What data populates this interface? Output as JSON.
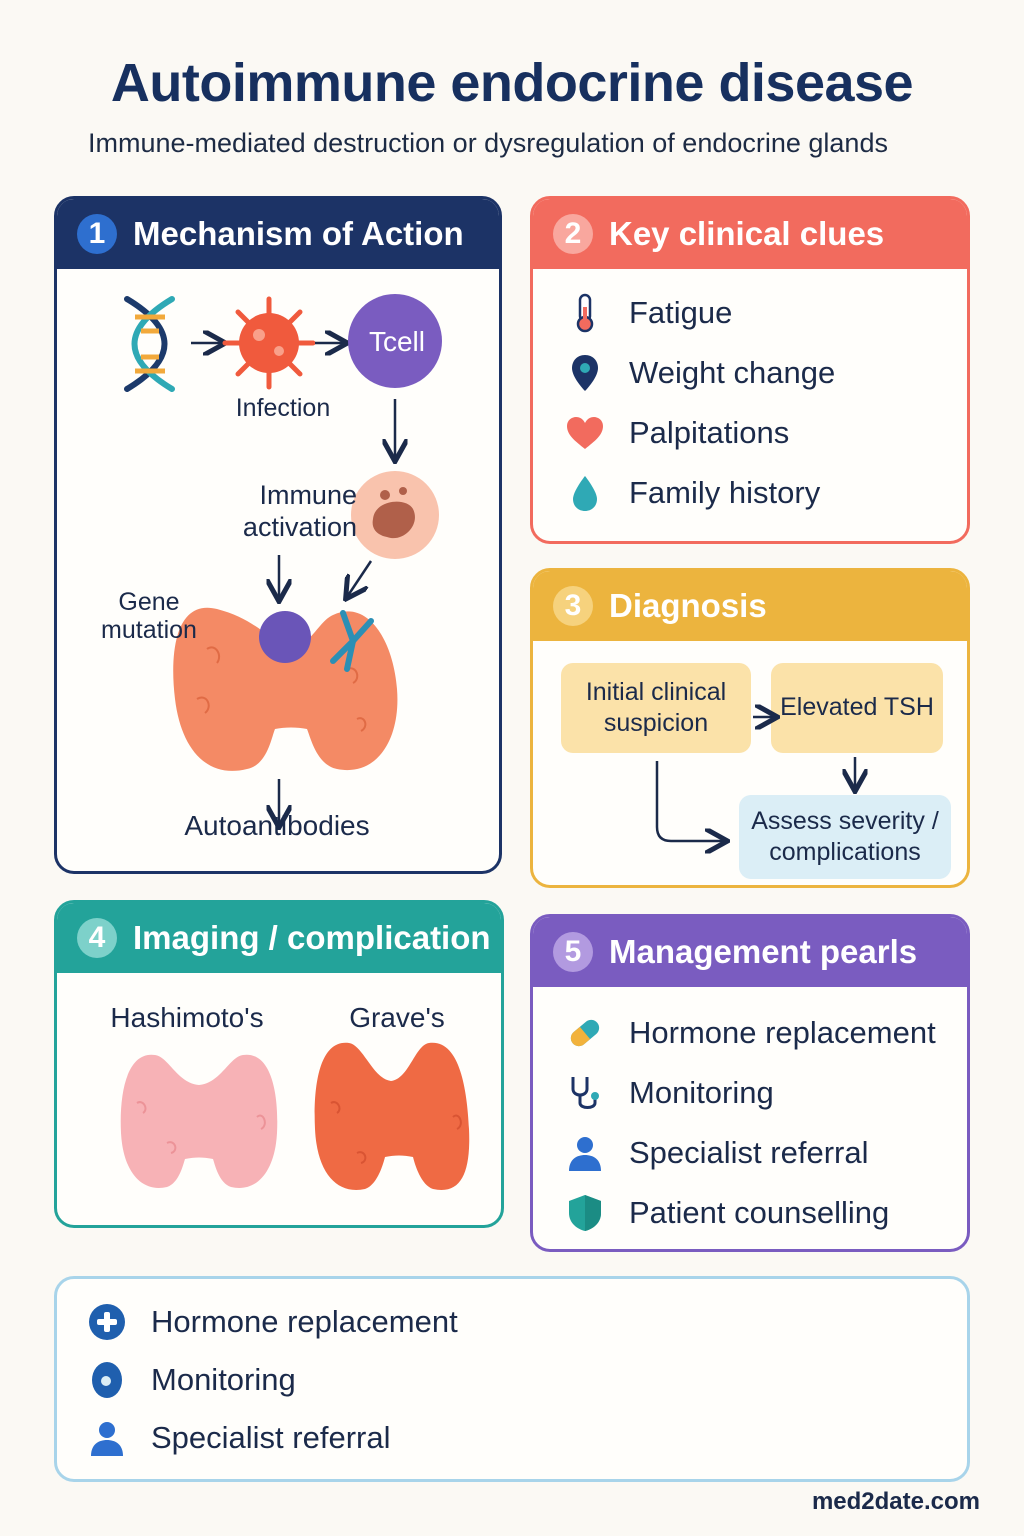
{
  "title": "Autoimmune endocrine disease",
  "subtitle": "Immune-mediated destruction or dysregulation of endocrine glands",
  "mechanism": {
    "number": "1",
    "heading": "Mechanism of Action",
    "gene_label": "Gene\nmutation",
    "infection_label": "Infection",
    "tcell_label": "Tcell",
    "immune_label": "Immune\nactivation",
    "autoantibodies_label": "Autoantibodies"
  },
  "clues": {
    "number": "2",
    "heading": "Key clinical clues",
    "items": [
      {
        "label": "Fatigue",
        "icon": "thermometer-icon"
      },
      {
        "label": "Weight change",
        "icon": "location-pin-icon"
      },
      {
        "label": "Palpitations",
        "icon": "heart-icon"
      },
      {
        "label": "Family history",
        "icon": "droplet-icon"
      }
    ]
  },
  "diagnosis": {
    "number": "3",
    "heading": "Diagnosis",
    "step1": "Initial clinical suspicion",
    "step2": "Elevated TSH",
    "step3": "Assess severity / complications"
  },
  "imaging": {
    "number": "4",
    "heading": "Imaging / complication",
    "left_label": "Hashimoto's",
    "right_label": "Grave's"
  },
  "management": {
    "number": "5",
    "heading": "Management pearls",
    "items": [
      {
        "label": "Hormone replacement",
        "icon": "pill-icon"
      },
      {
        "label": "Monitoring",
        "icon": "stethoscope-icon"
      },
      {
        "label": "Specialist referral",
        "icon": "person-icon"
      },
      {
        "label": "Patient counselling",
        "icon": "shield-icon"
      }
    ]
  },
  "bottom_list": {
    "items": [
      {
        "label": "Hormone replacement",
        "icon": "plus-circle-icon"
      },
      {
        "label": "Monitoring",
        "icon": "cell-icon"
      },
      {
        "label": "Specialist referral",
        "icon": "person-icon"
      }
    ]
  },
  "footer": "med2date.com",
  "colors": {
    "navy": "#1c3366",
    "coral": "#f26b5e",
    "amber": "#ecb43e",
    "teal": "#23a39a",
    "purple": "#7a5cc0",
    "light_blue": "#a8d4ea"
  }
}
